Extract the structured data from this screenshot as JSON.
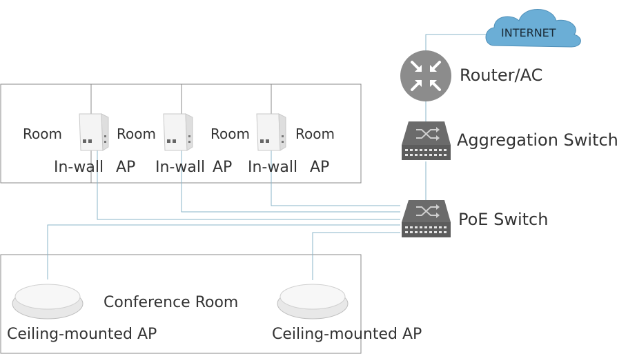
{
  "internet": {
    "label": "INTERNET",
    "color": "#6baed6"
  },
  "router": {
    "label": "Router/AC",
    "color": "#8c8c8c"
  },
  "aggregation_switch": {
    "label": "Aggregation Switch",
    "color": "#6b6b6b"
  },
  "poe_switch": {
    "label": "PoE Switch",
    "color": "#6b6b6b"
  },
  "rooms": [
    {
      "label": "Room"
    },
    {
      "label": "Room"
    },
    {
      "label": "Room"
    },
    {
      "label": "Room"
    }
  ],
  "in_wall_aps": [
    {
      "label_a": "In-wall",
      "label_b": "AP"
    },
    {
      "label_a": "In-wall",
      "label_b": "AP"
    },
    {
      "label_a": "In-wall",
      "label_b": "AP"
    }
  ],
  "conference_room": {
    "label": "Conference Room"
  },
  "ceiling_aps": [
    {
      "label": "Ceiling-mounted AP"
    },
    {
      "label": "Ceiling-mounted AP"
    }
  ],
  "link_color": "#8ab4c8",
  "box_color": "#8a8a8a"
}
